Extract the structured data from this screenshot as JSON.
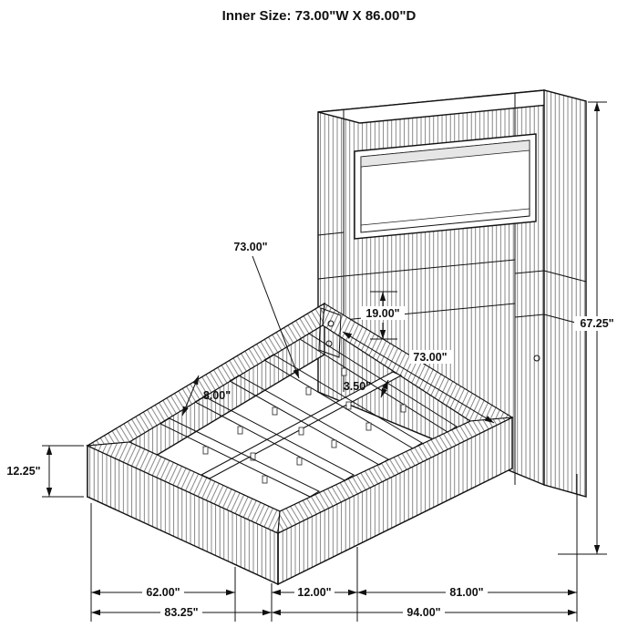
{
  "title": "Inner Size: 73.00\"W X 86.00\"D",
  "dims": {
    "slat_length": "73.00\"",
    "panel_height": "19.00\"",
    "headboard_height": "67.25\"",
    "inner_width": "73.00\"",
    "slat_width": "3.50\"",
    "rail_width": "8.00\"",
    "base_height": "12.25\"",
    "bottom_left_inner": "62.00\"",
    "bottom_middle": "12.00\"",
    "bottom_right_inner": "81.00\"",
    "bottom_left_outer": "83.25\"",
    "bottom_right_outer": "94.00\""
  }
}
